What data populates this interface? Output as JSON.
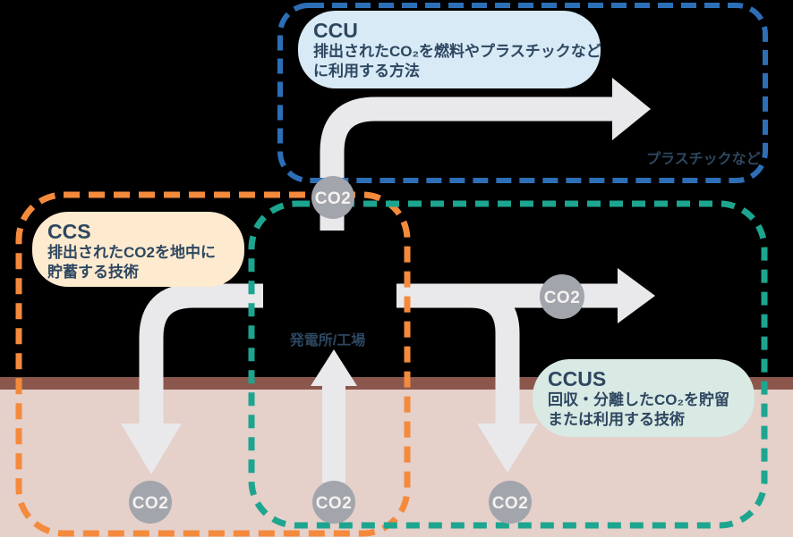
{
  "regions": {
    "ccu": {
      "title": "CCU",
      "desc1": "排出されたCO₂を燃料やプラスチックなど",
      "desc2": "に利用する方法",
      "border_color": "#2d6fb7",
      "box_color": "#d7eaf6"
    },
    "ccs": {
      "title": "CCS",
      "desc1": "排出されたCO2を地中に",
      "desc2": "貯蓄する技術",
      "border_color": "#f48a3c",
      "box_color": "#fdeacf"
    },
    "ccus": {
      "title": "CCUS",
      "desc1": "回収・分離したCO₂を貯留",
      "desc2": "または利用する技術",
      "border_color": "#1da590",
      "box_color": "#d9e9e4"
    }
  },
  "labels": {
    "co2": "CO2",
    "plastic": "プラスチックなど",
    "plant": "発電所/工場"
  },
  "colors": {
    "background": "#000000",
    "arrow": "#e9e9eb",
    "co2_circle": "#a2a5ab",
    "co2_text": "#f5f2f1",
    "ground_surface": "#8b574d",
    "ground_fill": "#e5d0ca",
    "text": "#2d4760"
  }
}
